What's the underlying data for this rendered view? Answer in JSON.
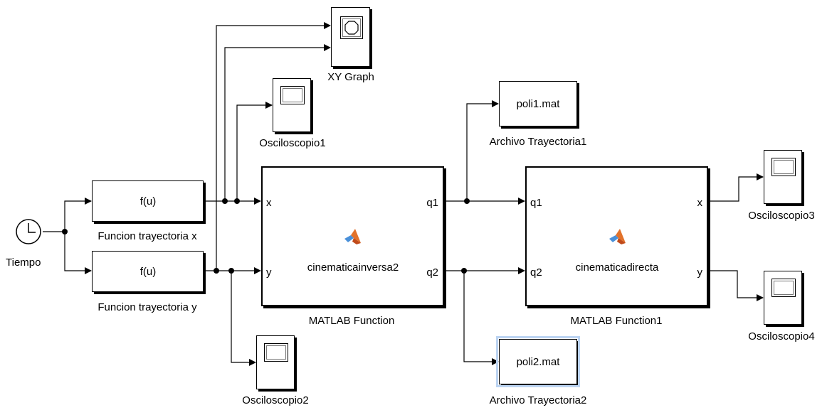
{
  "clock": {
    "label": "Tiempo"
  },
  "fcn_x": {
    "expr": "f(u)",
    "label": "Funcion trayectoria x"
  },
  "fcn_y": {
    "expr": "f(u)",
    "label": "Funcion trayectoria y"
  },
  "xy_graph": {
    "label": "XY Graph"
  },
  "scope1": {
    "label": "Osciloscopio1"
  },
  "scope2": {
    "label": "Osciloscopio2"
  },
  "scope3": {
    "label": "Osciloscopio3"
  },
  "scope4": {
    "label": "Osciloscopio4"
  },
  "ik": {
    "name": "cinematicainversa2",
    "label": "MATLAB Function",
    "in1": "x",
    "in2": "y",
    "out1": "q1",
    "out2": "q2"
  },
  "fk": {
    "name": "cinematicadirecta",
    "label": "MATLAB Function1",
    "in1": "q1",
    "in2": "q2",
    "out1": "x",
    "out2": "y"
  },
  "file1": {
    "filename": "poli1.mat",
    "label": "Archivo Trayectoria1"
  },
  "file2": {
    "filename": "poli2.mat",
    "label": "Archivo Trayectoria2"
  },
  "icons": {
    "matlab": "matlab-logo-icon",
    "clock": "clock-icon",
    "scope": "scope-screen-icon"
  }
}
